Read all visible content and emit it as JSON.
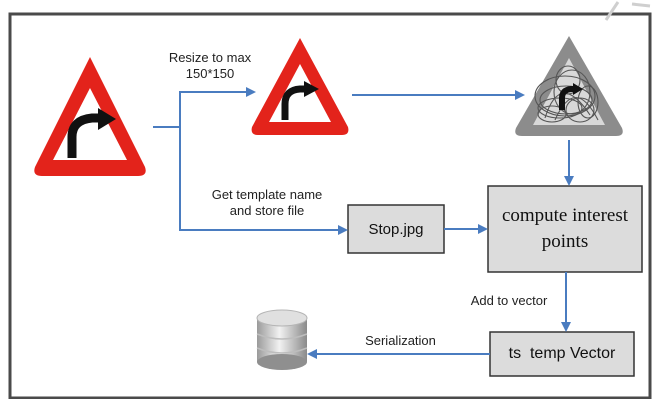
{
  "labels": {
    "resize_line1": "Resize to max",
    "resize_line2": "150*150",
    "template_line1": "Get template name",
    "template_line2": "and store file",
    "add_to_vector": "Add to vector",
    "serialization": "Serialization"
  },
  "boxes": {
    "stop_file": "Stop.jpg",
    "compute_line1": "compute interest",
    "compute_line2": "points",
    "temp_vector": "ts  temp Vector"
  },
  "colors": {
    "sign_red": "#e3231b",
    "arrow_blue": "#4a7cc0",
    "box_fill": "#dcdcdc",
    "border": "#4a4a4a"
  },
  "icons": {
    "original_sign": "turn-right-warning-sign-icon",
    "resized_sign": "turn-right-warning-sign-icon",
    "keypoints_sign": "keypoint-overlay-sign-icon",
    "database": "database-cylinder-icon"
  }
}
